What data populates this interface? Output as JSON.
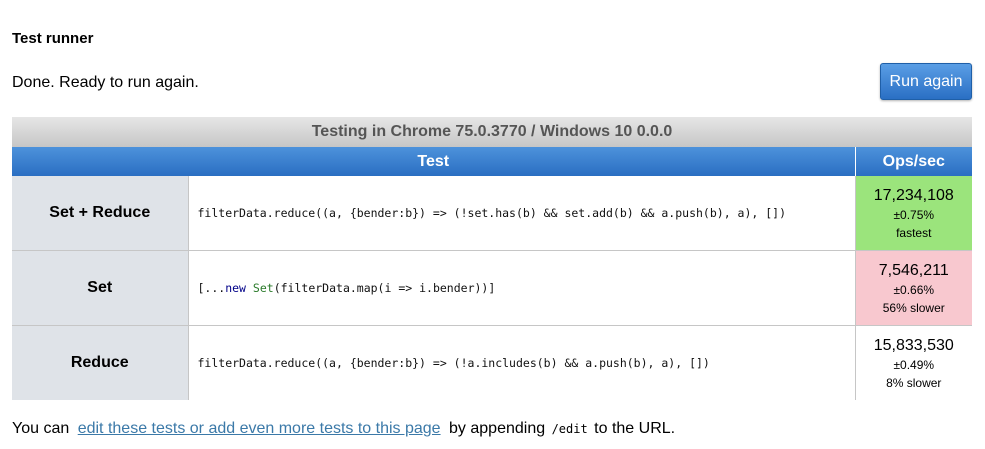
{
  "header": {
    "title": "Test runner",
    "status": "Done. Ready to run again.",
    "run_button_label": "Run again"
  },
  "table": {
    "caption": "Testing in Chrome 75.0.3770 / Windows 10 0.0.0",
    "col_test": "Test",
    "col_ops": "Ops/sec",
    "rows": [
      {
        "name": "Set + Reduce",
        "code": "filterData.reduce((a, {bender:b}) => (!set.has(b) && set.add(b) && a.push(b), a), [])",
        "ops": "17,234,108",
        "error": "±0.75%",
        "note": "fastest",
        "status_color": "#9be47c"
      },
      {
        "name": "Set",
        "code_parts": [
          "[...",
          "new",
          " ",
          "Set",
          "(filterData.map(i => i.bender))]"
        ],
        "ops": "7,546,211",
        "error": "±0.66%",
        "note": "56% slower",
        "status_color": "#f8c8cf"
      },
      {
        "name": "Reduce",
        "code": "filterData.reduce((a, {bender:b}) => (!a.includes(b) && a.push(b), a), [])",
        "ops": "15,833,530",
        "error": "±0.49%",
        "note": "8% slower",
        "status_color": "#ffffff"
      }
    ]
  },
  "footer": {
    "prefix": "You can",
    "link_text": "edit these tests or add even more tests to this page",
    "middle": "by appending",
    "code": "/edit",
    "suffix": "to the URL."
  }
}
